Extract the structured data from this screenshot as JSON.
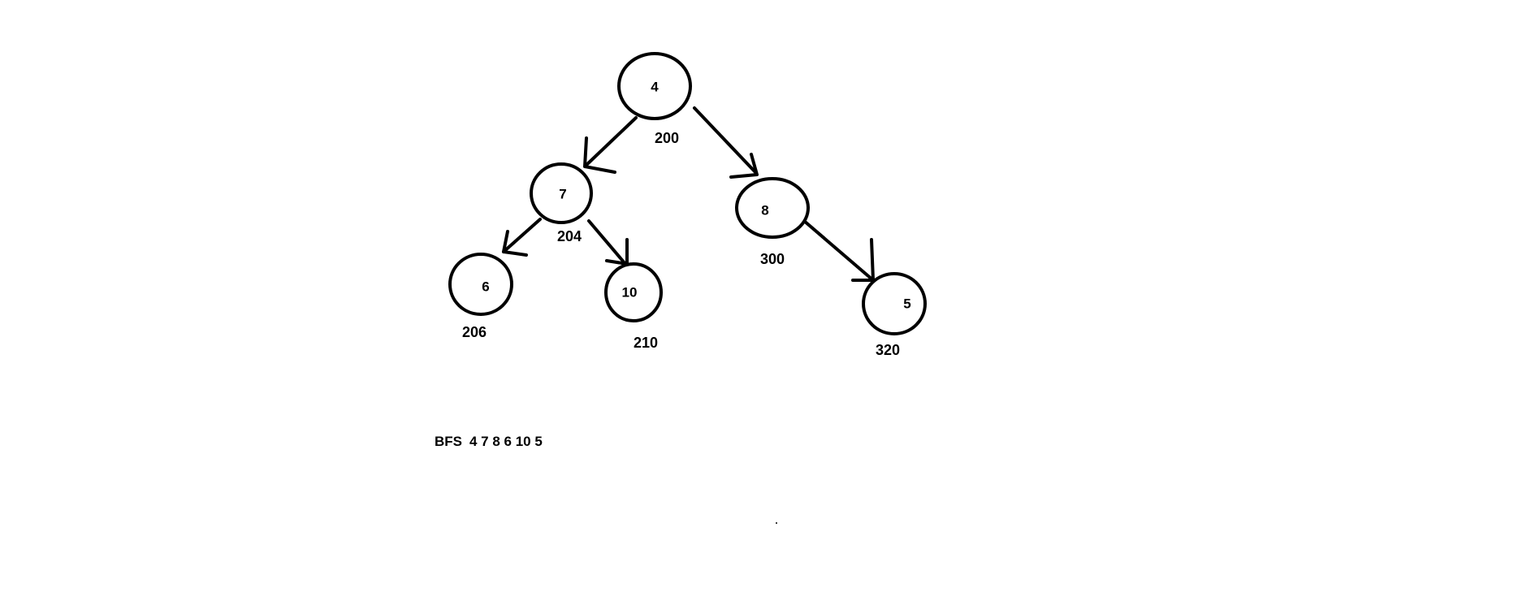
{
  "nodes": [
    {
      "id": "n4",
      "label": "4",
      "address": "200"
    },
    {
      "id": "n7",
      "label": "7",
      "address": "204"
    },
    {
      "id": "n8",
      "label": "8",
      "address": "300"
    },
    {
      "id": "n6",
      "label": "6",
      "address": "206"
    },
    {
      "id": "n10",
      "label": "10",
      "address": "210"
    },
    {
      "id": "n5",
      "label": "5",
      "address": "320"
    }
  ],
  "edges": [
    {
      "from": "4",
      "to": "7"
    },
    {
      "from": "4",
      "to": "8"
    },
    {
      "from": "7",
      "to": "6"
    },
    {
      "from": "7",
      "to": "10"
    },
    {
      "from": "8",
      "to": "5"
    }
  ],
  "traversal": {
    "label": "BFS",
    "order": "4 7 8 6 10 5"
  }
}
